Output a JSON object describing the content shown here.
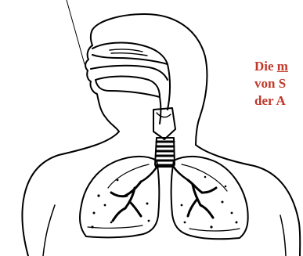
{
  "caption": {
    "color": "#c0392b",
    "line1_prefix": "Die ",
    "line1_underlined": "m",
    "line2": "von S",
    "line3": "der A"
  },
  "icons": [
    "respiratory-system-illustration"
  ]
}
